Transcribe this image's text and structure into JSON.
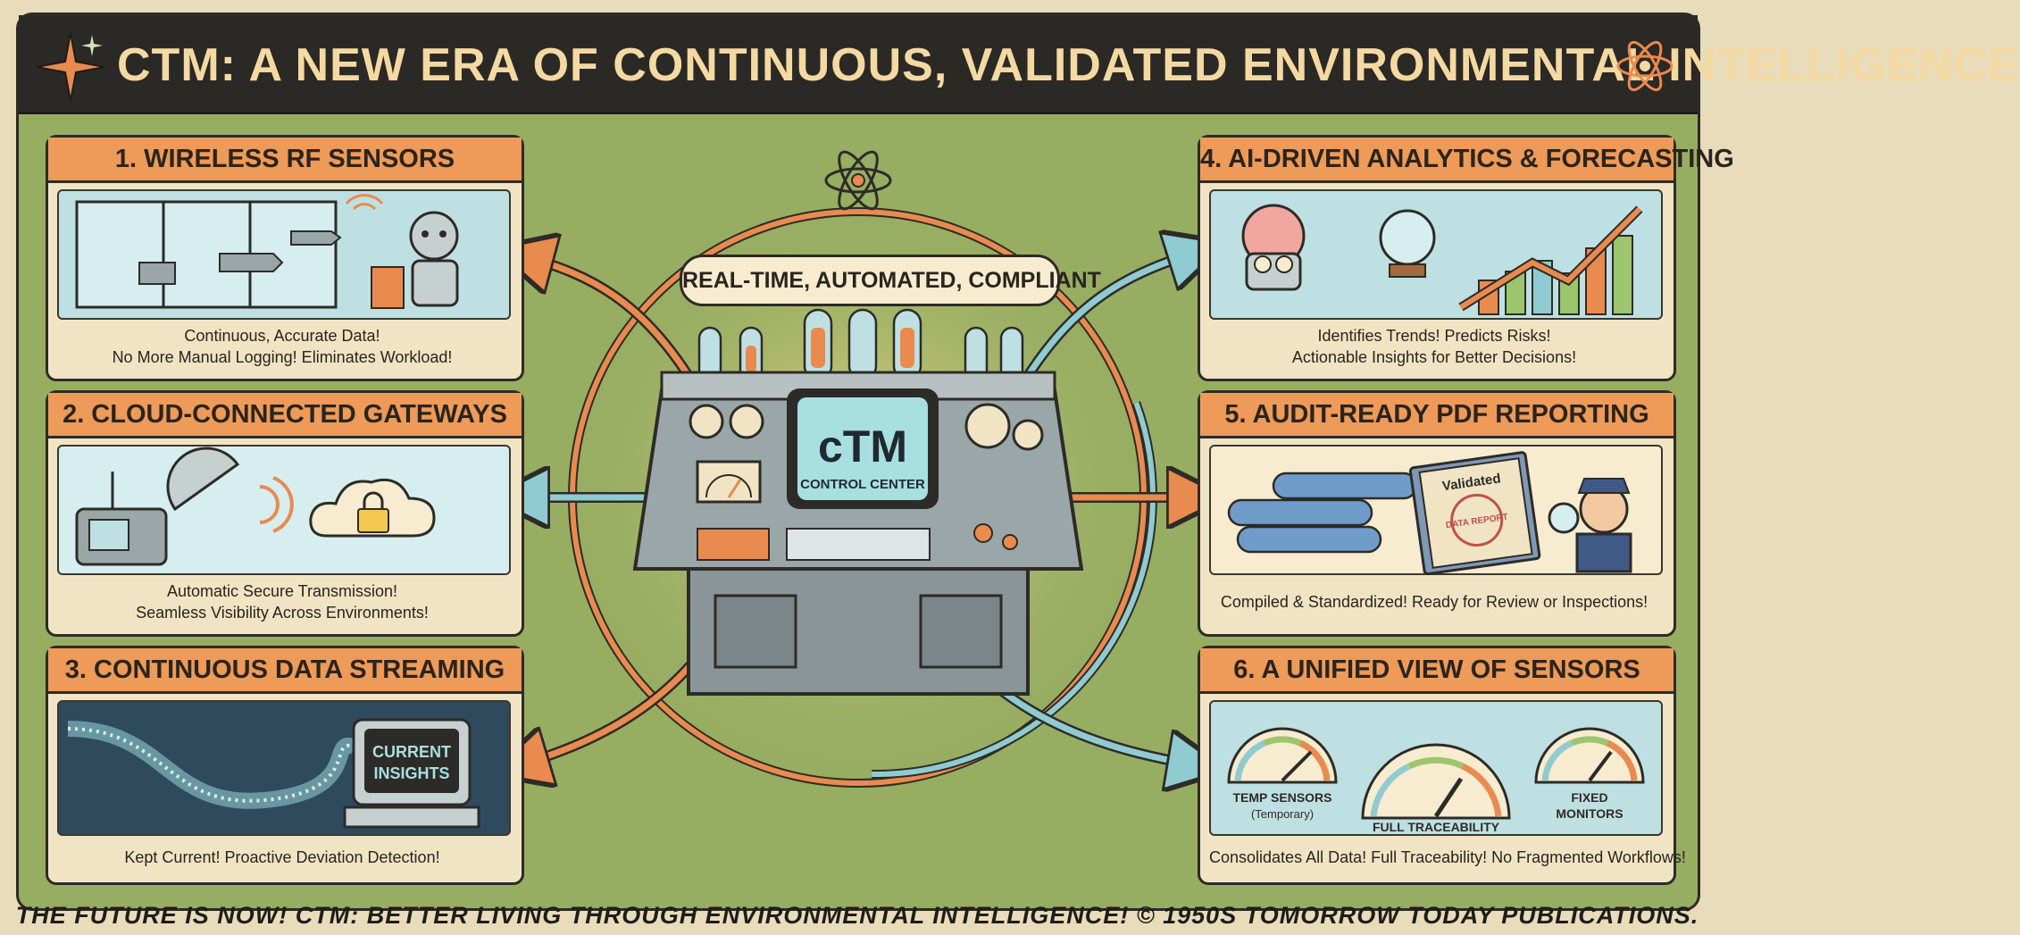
{
  "header": {
    "title": "cTM: A NEW ERA OF CONTINUOUS, VALIDATED ENVIRONMENTAL INTELLIGENCE"
  },
  "center": {
    "tagline": "REAL-TIME, AUTOMATED, COMPLIANT",
    "screen_title": "cTM",
    "screen_subtitle": "CONTROL CENTER"
  },
  "panels": [
    {
      "title": "1. WIRELESS RF SENSORS",
      "lines": [
        "Continuous, Accurate Data!",
        "No More Manual Logging! Eliminates Workload!"
      ]
    },
    {
      "title": "2. CLOUD-CONNECTED GATEWAYS",
      "lines": [
        "Automatic Secure Transmission!",
        "Seamless Visibility Across Environments!"
      ]
    },
    {
      "title": "3. CONTINUOUS DATA STREAMING",
      "lines": [
        "Kept Current! Proactive Deviation Detection!"
      ],
      "monitor_line1": "CURRENT",
      "monitor_line2": "INSIGHTS"
    },
    {
      "title": "4. AI-DRIVEN ANALYTICS & FORECASTING",
      "lines": [
        "Identifies Trends! Predicts Risks!",
        "Actionable Insights for Better Decisions!"
      ]
    },
    {
      "title": "5. AUDIT-READY PDF REPORTING",
      "lines": [
        "Compiled & Standardized! Ready for Review or Inspections!"
      ],
      "book_label": "Validated",
      "stamp_label": "DATA REPORT"
    },
    {
      "title": "6. A UNIFIED VIEW OF SENSORS",
      "lines": [
        "Consolidates All Data! Full Traceability! No Fragmented Workflows!"
      ],
      "gauge_left_1": "TEMP SENSORS",
      "gauge_left_2": "(Temporary)",
      "gauge_mid": "FULL TRACEABILITY",
      "gauge_right_1": "FIXED",
      "gauge_right_2": "MONITORS"
    }
  ],
  "footer": {
    "text": "THE FUTURE IS NOW! cTM: BETTER LIVING THROUGH ENVIRONMENTAL INTELLIGENCE! © 1950s TOMORROW TODAY PUBLICATIONS."
  },
  "colors": {
    "background": "#97ad62",
    "panel_header": "#ee9a58",
    "title_bar": "#2b2926",
    "title_text": "#f4d9a2",
    "orange_arrow": "#e98a4f",
    "teal_arrow": "#8fcbd1"
  }
}
